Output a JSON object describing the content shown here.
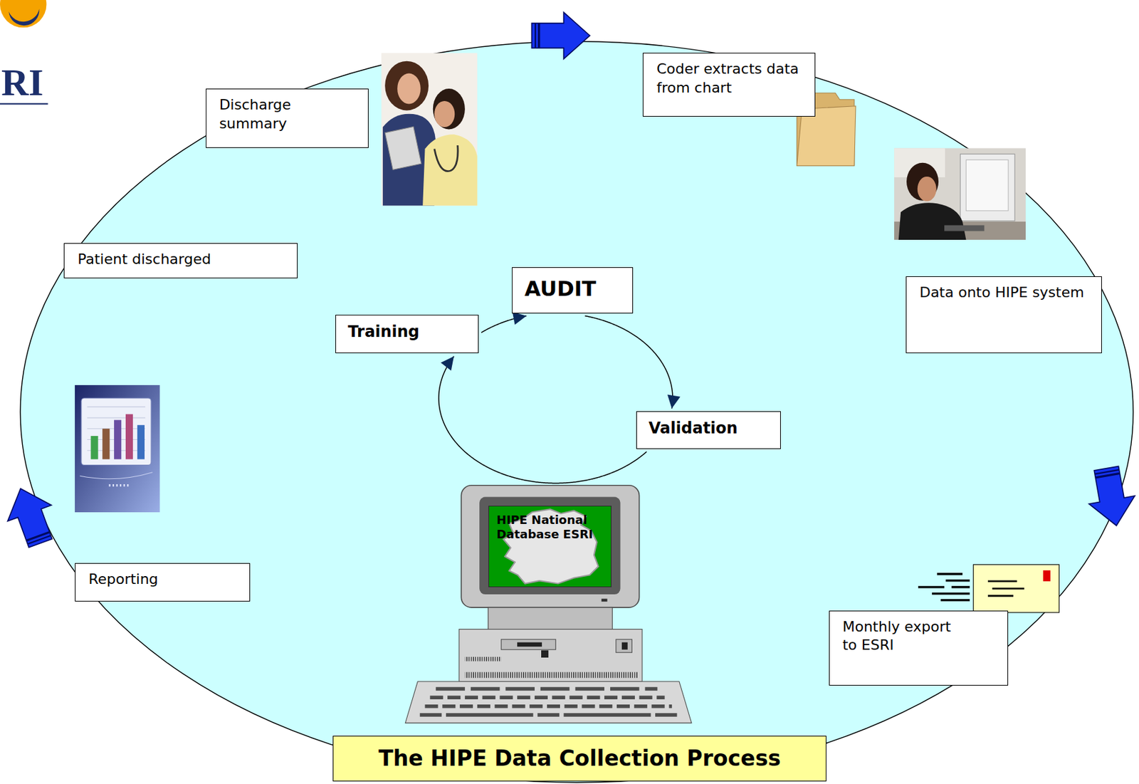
{
  "diagram": {
    "title": "The HIPE Data Collection Process",
    "nodes": [
      {
        "text": [
          "Patient discharged"
        ]
      },
      {
        "text": [
          "Discharge summary"
        ]
      },
      {
        "text": [
          "Coder extracts data from chart"
        ]
      },
      {
        "text": [
          "Data onto HIPE system"
        ]
      },
      {
        "text": [
          "Monthly export to ESRI"
        ]
      },
      {
        "text": [
          "HIPE National Database ESRI"
        ]
      },
      {
        "text": [
          "AUDIT"
        ]
      },
      {
        "text": [
          "Validation"
        ]
      },
      {
        "text": [
          "Training"
        ]
      },
      {
        "text": [
          "Reporting"
        ]
      }
    ],
    "edges": [
      {
        "from": 6,
        "to": 7,
        "arrow": "to"
      },
      {
        "from": 7,
        "to": 8,
        "arrow": "to"
      },
      {
        "from": 8,
        "to": 6,
        "arrow": "to"
      }
    ],
    "labels": [
      "RI"
    ]
  }
}
